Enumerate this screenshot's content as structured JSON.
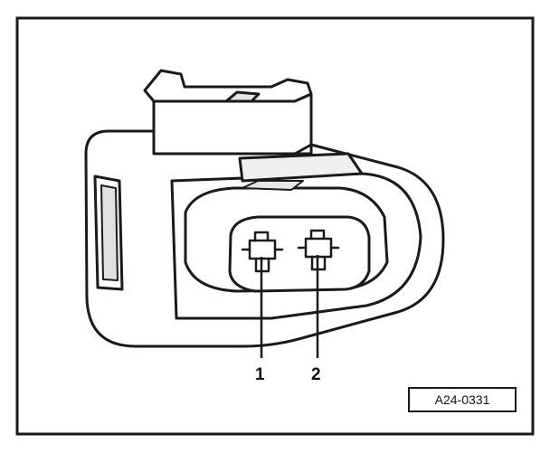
{
  "figure": {
    "callouts": [
      {
        "label": "1"
      },
      {
        "label": "2"
      }
    ],
    "reference_code": "A24-0331"
  },
  "colors": {
    "line": "#1a1a1a",
    "body_fill": "#ffffff",
    "shadow": "#d9d9d9"
  },
  "icons": {
    "connector": "electrical-connector-2-pin-drawing"
  }
}
